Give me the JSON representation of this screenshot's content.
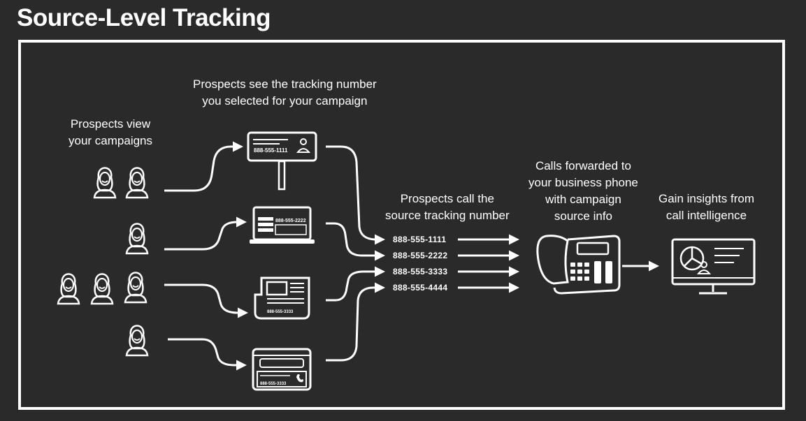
{
  "title": "Source-Level Tracking",
  "captions": {
    "view": [
      "Prospects view",
      "your campaigns"
    ],
    "see": [
      "Prospects see the tracking number",
      "you selected for your campaign"
    ],
    "call": [
      "Prospects call the",
      "source tracking number"
    ],
    "forward": [
      "Calls forwarded to",
      "your business phone",
      "with campaign",
      "source info"
    ],
    "insights": [
      "Gain insights from",
      "call intelligence"
    ]
  },
  "numbers": [
    "888-555-1111",
    "888-555-2222",
    "888-555-3333",
    "888-555-4444"
  ],
  "ad_labels": {
    "billboard": "888-555-1111",
    "laptop": "888-555-2222",
    "newspaper": "888-555-3333",
    "phone": "888-555-3333"
  }
}
